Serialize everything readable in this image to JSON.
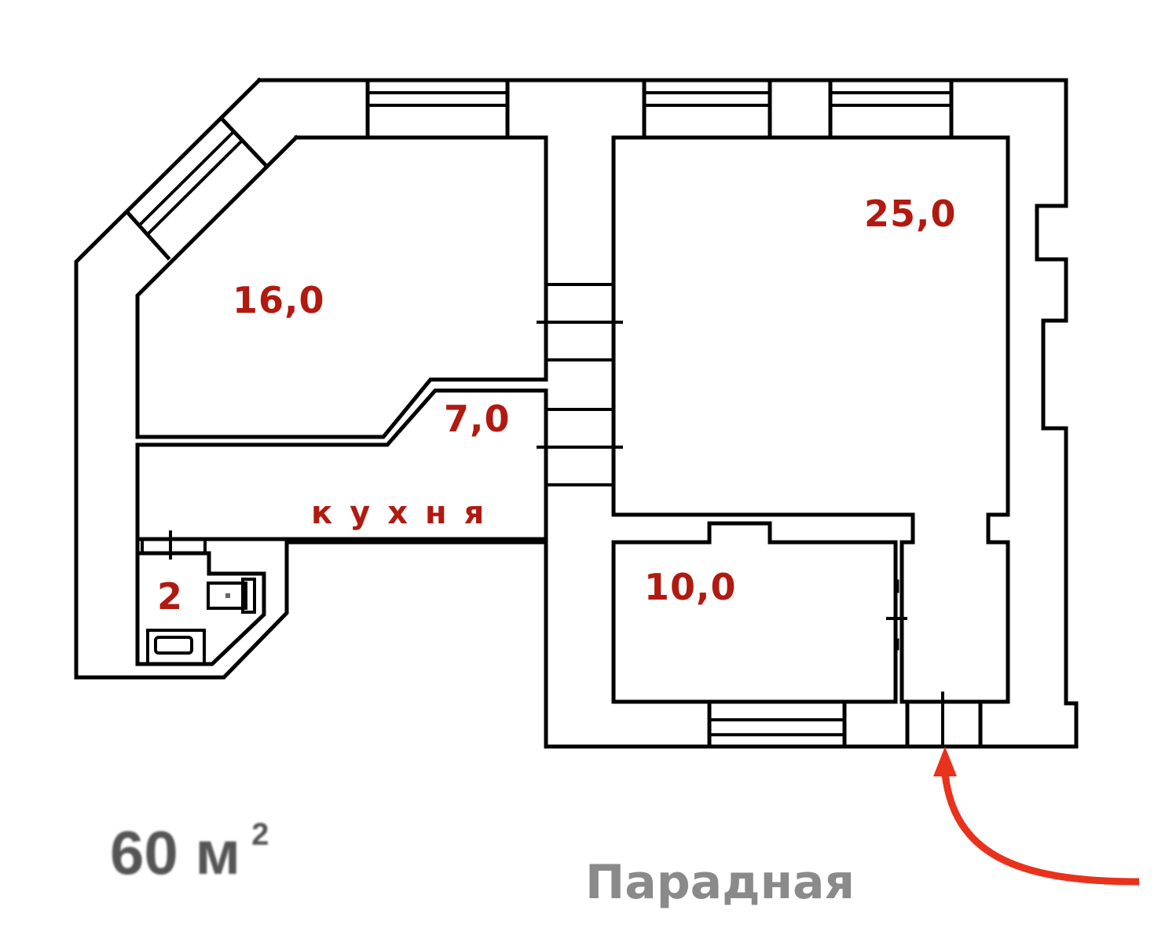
{
  "plan": {
    "rooms": [
      {
        "id": "room-16",
        "area_label": "16,0"
      },
      {
        "id": "room-25",
        "area_label": "25,0"
      },
      {
        "id": "room-7",
        "area_label": "7,0"
      },
      {
        "id": "room-10",
        "area_label": "10,0"
      },
      {
        "id": "bathroom",
        "area_label": "2"
      }
    ],
    "kitchen_label": "кухня",
    "total_area": {
      "value": "60 м",
      "unit_sup": "2"
    },
    "entrance_label": "Парадная",
    "colors": {
      "room_label": "#b01a10",
      "arrow": "#e8321c",
      "total_area_text": "#555555",
      "entrance_text": "#8a8a8a",
      "walls": "#000000"
    }
  }
}
